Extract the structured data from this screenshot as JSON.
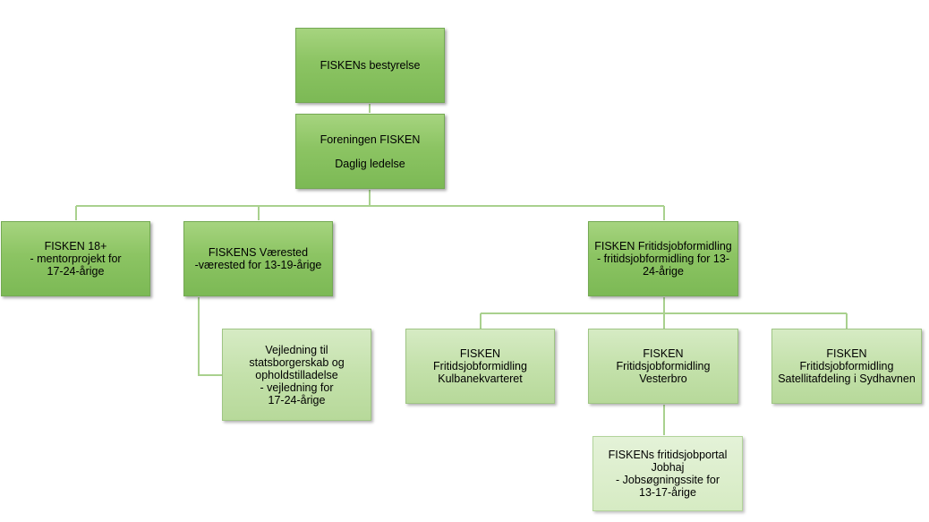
{
  "diagram": {
    "board": {
      "title": "FISKENs bestyrelse"
    },
    "management": {
      "name": "Foreningen FISKEN",
      "sub": "Daglig ledelse"
    },
    "fisken18": {
      "title": "FISKEN 18+",
      "line1": "- mentorprojekt for",
      "line2": "17-24-årige"
    },
    "vaerested": {
      "title": "FISKENS Værested",
      "line1": "-værested for 13-19-årige"
    },
    "vejledning": {
      "line1": "Vejledning til",
      "line2": "statsborgerskab og",
      "line3": "opholdstilladelse",
      "line4": "- vejledning for",
      "line5": "17-24-årige"
    },
    "fritid": {
      "title": "FISKEN Fritidsjobformidling",
      "line1": "- fritidsjobformidling for 13-",
      "line2": "24-årige"
    },
    "kulbane": {
      "line1": "FISKEN",
      "line2": "Fritidsjobformidling",
      "line3": "Kulbanekvarteret"
    },
    "vesterbro": {
      "line1": "FISKEN",
      "line2": "Fritidsjobformidling",
      "line3": "Vesterbro"
    },
    "sydhavnen": {
      "line1": "FISKEN",
      "line2": "Fritidsjobformidling",
      "line3": "Satellitafdeling i Sydhavnen"
    },
    "jobhaj": {
      "line1": "FISKENs fritidsjobportal",
      "line2": "Jobhaj",
      "line3": "- Jobsøgningssite for",
      "line4": "13-17-årige"
    }
  },
  "colors": {
    "level1": "#8cc463",
    "level2": "#c4e1ab",
    "level3": "#d6ebc3",
    "connector": "#a9d18e"
  }
}
